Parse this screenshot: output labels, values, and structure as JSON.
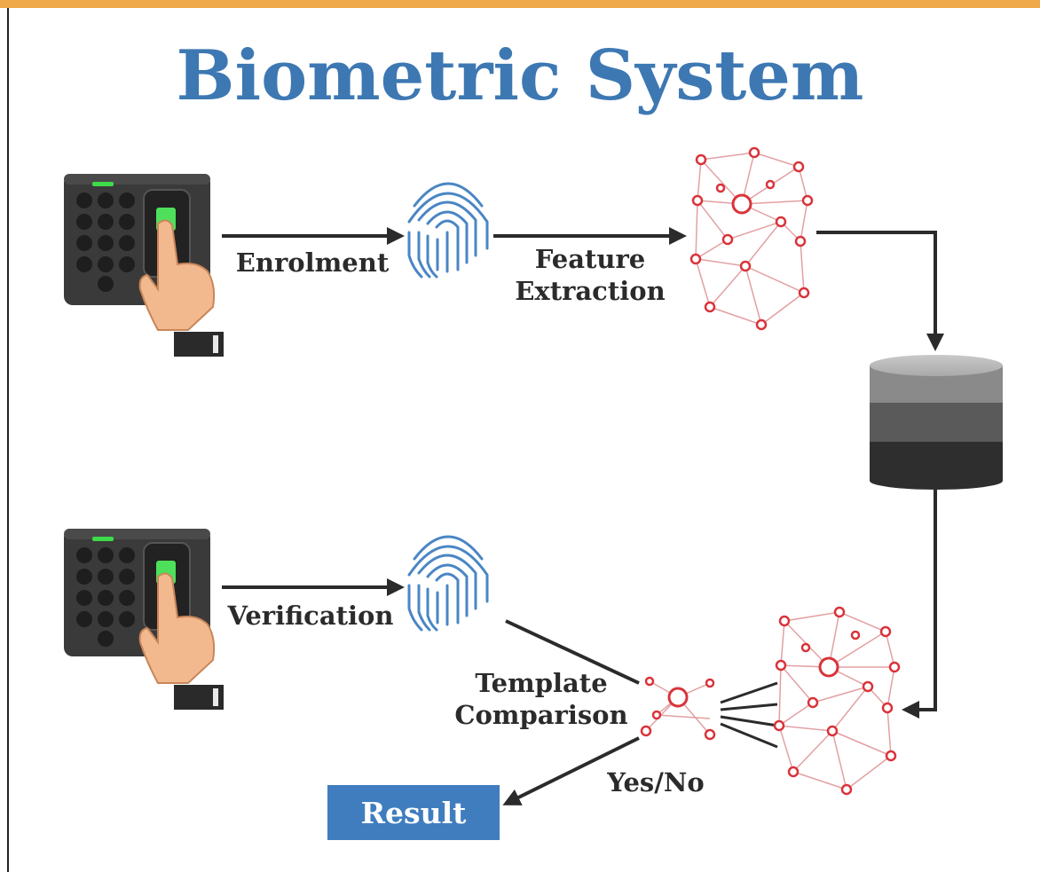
{
  "diagram": {
    "title": "Biometric System",
    "labels": {
      "enrolment": "Enrolment",
      "feature_extraction_line1": "Feature",
      "feature_extraction_line2": "Extraction",
      "verification": "Verification",
      "template_line1": "Template",
      "template_line2": "Comparison",
      "yes_no": "Yes/No",
      "result": "Result"
    },
    "colors": {
      "title": "#3d78b3",
      "accent_rule": "#f0a94a",
      "result_box": "#3f7dbf",
      "fingerprint": "#4a86c4",
      "mesh": "#d9333a",
      "arrow": "#2b2b2b"
    },
    "icons": [
      "fingerprint-scanner-icon",
      "fingerprint-icon",
      "face-mesh-icon",
      "database-icon"
    ]
  }
}
